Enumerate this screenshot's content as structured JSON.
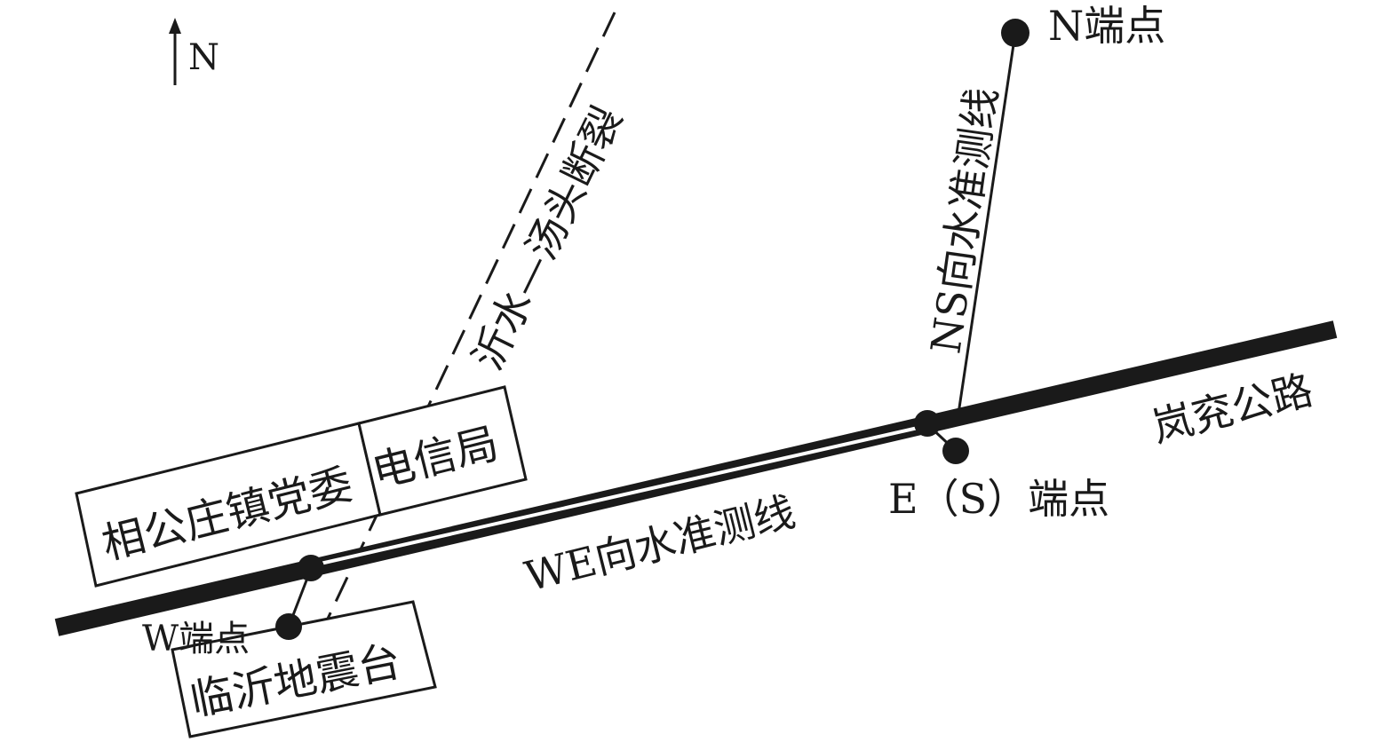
{
  "compass": {
    "label": "N"
  },
  "fault": {
    "label": "沂水—汤头断裂"
  },
  "road": {
    "label": "岚兖公路"
  },
  "lines": {
    "ns": {
      "label": "NS向水准测线"
    },
    "we": {
      "label": "WE向水准测线"
    }
  },
  "points": {
    "north": {
      "label": "N端点"
    },
    "east": {
      "label": "E（S）端点"
    },
    "west": {
      "label": "W端点"
    }
  },
  "buildings": {
    "party_committee": {
      "label": "相公庄镇党委"
    },
    "telecom": {
      "label": "电信局"
    },
    "seismic_station": {
      "label": "临沂地震台"
    }
  },
  "colors": {
    "ink": "#1a1a1a",
    "background": "#ffffff"
  }
}
